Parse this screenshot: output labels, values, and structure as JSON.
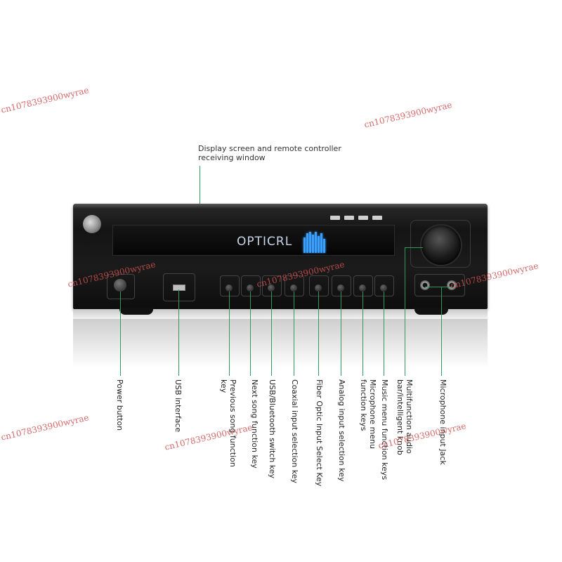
{
  "device": {
    "display_readout": "OPTICRL",
    "accent_color": "#2e9a5e",
    "vfd_color": "#3aa0ff"
  },
  "callouts": {
    "display_window": "Display screen and remote controller receiving window",
    "power_button": "Power button",
    "usb_interface": "USB interface",
    "previous_song": "Previous song function key",
    "next_song": "Next song function key",
    "usb_bluetooth": "USB/Bluetooth switch key",
    "coaxial_input": "Coaxial input selection key",
    "fiber_optic": "Fiber Optic Input Select Key",
    "analog_input": "Analog input selection key",
    "microphone_menu": "Microphone menu function keys",
    "music_menu": "Music menu function keys",
    "audio_bar_knob": "Multifunction audio bar/intelligent knob",
    "microphone_jack": "Microphone input Jack"
  },
  "watermark_text": "cn1078393900wyrae"
}
